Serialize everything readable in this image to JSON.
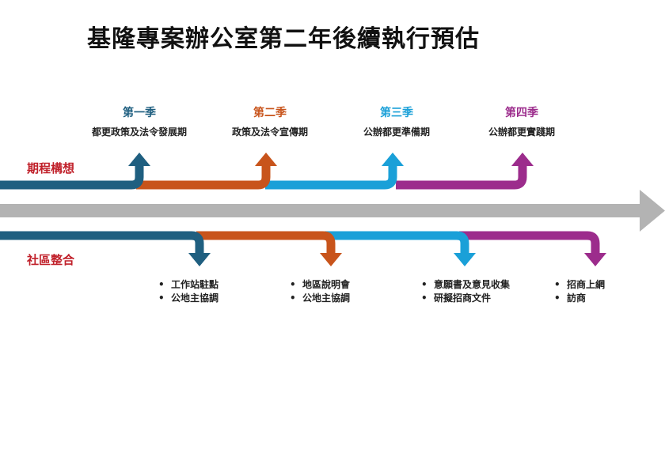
{
  "title": "基隆專案辦公室第二年後續執行預估",
  "colors": {
    "q1": "#1f5f80",
    "q2": "#c8541b",
    "q3": "#1aa0d8",
    "q4": "#9c2c8c",
    "main_arrow": "#b3b3b3",
    "row_label": "#c0202a"
  },
  "rows": {
    "plan_label": "期程構想",
    "community_label": "社區整合"
  },
  "phases": [
    {
      "quarter": "第一季",
      "desc": "都更政策及法令發展期"
    },
    {
      "quarter": "第二季",
      "desc": "政策及法令宣傳期"
    },
    {
      "quarter": "第三季",
      "desc": "公辦都更準備期"
    },
    {
      "quarter": "第四季",
      "desc": "公辦都更實踐期"
    }
  ],
  "tasks": [
    {
      "items": [
        "工作站駐點",
        "公地主協調"
      ]
    },
    {
      "items": [
        "地區說明會",
        "公地主協調"
      ]
    },
    {
      "items": [
        "意願書及意見收集",
        "研擬招商文件"
      ]
    },
    {
      "items": [
        "招商上網",
        "訪商"
      ]
    }
  ]
}
